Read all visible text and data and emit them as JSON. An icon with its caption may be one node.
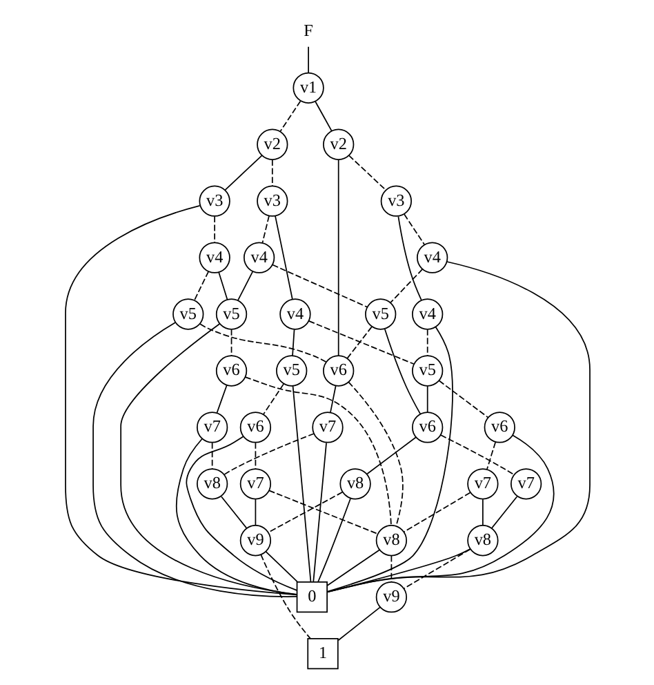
{
  "diagram": {
    "nodes": [
      {
        "text": [
          "F"
        ]
      },
      {
        "text": [
          "v1"
        ]
      },
      {
        "text": [
          "v2"
        ]
      },
      {
        "text": [
          "v2"
        ]
      },
      {
        "text": [
          "v3"
        ]
      },
      {
        "text": [
          "v3"
        ]
      },
      {
        "text": [
          "v3"
        ]
      },
      {
        "text": [
          "v4"
        ]
      },
      {
        "text": [
          "v4"
        ]
      },
      {
        "text": [
          "v4"
        ]
      },
      {
        "text": [
          "v4"
        ]
      },
      {
        "text": [
          "v4"
        ]
      },
      {
        "text": [
          "v5"
        ]
      },
      {
        "text": [
          "v5"
        ]
      },
      {
        "text": [
          "v5"
        ]
      },
      {
        "text": [
          "v5"
        ]
      },
      {
        "text": [
          "v5"
        ]
      },
      {
        "text": [
          "v6"
        ]
      },
      {
        "text": [
          "v6"
        ]
      },
      {
        "text": [
          "v6"
        ]
      },
      {
        "text": [
          "v6"
        ]
      },
      {
        "text": [
          "v6"
        ]
      },
      {
        "text": [
          "v7"
        ]
      },
      {
        "text": [
          "v7"
        ]
      },
      {
        "text": [
          "v7"
        ]
      },
      {
        "text": [
          "v7"
        ]
      },
      {
        "text": [
          "v7"
        ]
      },
      {
        "text": [
          "v8"
        ]
      },
      {
        "text": [
          "v8"
        ]
      },
      {
        "text": [
          "v8"
        ]
      },
      {
        "text": [
          "v8"
        ]
      },
      {
        "text": [
          "v9"
        ]
      },
      {
        "text": [
          "v9"
        ]
      },
      {
        "text": [
          "0"
        ]
      },
      {
        "text": [
          "1"
        ]
      }
    ],
    "edges": [
      {
        "from": 0,
        "to": 1,
        "arrow": "none"
      },
      {
        "from": 1,
        "to": 2,
        "arrow": "none",
        "style": "dashed"
      },
      {
        "from": 1,
        "to": 3,
        "arrow": "none"
      },
      {
        "from": 2,
        "to": 4,
        "arrow": "none",
        "style": "dashed"
      },
      {
        "from": 2,
        "to": 5,
        "arrow": "none"
      },
      {
        "from": 3,
        "to": 6,
        "arrow": "none",
        "style": "dashed"
      },
      {
        "from": 3,
        "to": 19,
        "arrow": "none"
      },
      {
        "from": 4,
        "to": 7,
        "arrow": "none",
        "style": "dashed"
      },
      {
        "from": 4,
        "to": 8,
        "arrow": "none"
      },
      {
        "from": 5,
        "to": 9,
        "arrow": "none",
        "style": "dashed"
      },
      {
        "from": 5,
        "to": 33,
        "arrow": "none"
      },
      {
        "from": 6,
        "to": 10,
        "arrow": "none",
        "style": "dashed"
      },
      {
        "from": 6,
        "to": 11,
        "arrow": "none"
      },
      {
        "from": 7,
        "to": 15,
        "arrow": "none",
        "style": "dashed"
      },
      {
        "from": 7,
        "to": 14,
        "arrow": "none"
      },
      {
        "from": 8,
        "to": 16,
        "arrow": "none",
        "style": "dashed"
      },
      {
        "from": 8,
        "to": 12,
        "arrow": "none"
      },
      {
        "from": 9,
        "to": 13,
        "arrow": "none",
        "style": "dashed"
      },
      {
        "from": 9,
        "to": 14,
        "arrow": "none"
      },
      {
        "from": 10,
        "to": 15,
        "arrow": "none",
        "style": "dashed"
      },
      {
        "from": 10,
        "to": 33,
        "arrow": "none"
      },
      {
        "from": 11,
        "to": 16,
        "arrow": "none",
        "style": "dashed"
      },
      {
        "from": 11,
        "to": 33,
        "arrow": "none"
      },
      {
        "from": 12,
        "to": 17,
        "arrow": "none",
        "style": "dashed"
      },
      {
        "from": 12,
        "to": 33,
        "arrow": "none"
      },
      {
        "from": 13,
        "to": 19,
        "arrow": "none",
        "style": "dashed"
      },
      {
        "from": 13,
        "to": 33,
        "arrow": "none"
      },
      {
        "from": 14,
        "to": 18,
        "arrow": "none",
        "style": "dashed"
      },
      {
        "from": 14,
        "to": 33,
        "arrow": "none"
      },
      {
        "from": 15,
        "to": 19,
        "arrow": "none",
        "style": "dashed"
      },
      {
        "from": 15,
        "to": 21,
        "arrow": "none"
      },
      {
        "from": 16,
        "to": 20,
        "arrow": "none",
        "style": "dashed"
      },
      {
        "from": 16,
        "to": 21,
        "arrow": "none"
      },
      {
        "from": 17,
        "to": 22,
        "arrow": "none",
        "style": "dashed"
      },
      {
        "from": 17,
        "to": 33,
        "arrow": "none"
      },
      {
        "from": 18,
        "to": 29,
        "arrow": "none",
        "style": "dashed"
      },
      {
        "from": 18,
        "to": 23,
        "arrow": "none"
      },
      {
        "from": 19,
        "to": 29,
        "arrow": "none",
        "style": "dashed"
      },
      {
        "from": 19,
        "to": 24,
        "arrow": "none"
      },
      {
        "from": 20,
        "to": 25,
        "arrow": "none",
        "style": "dashed"
      },
      {
        "from": 20,
        "to": 33,
        "arrow": "none"
      },
      {
        "from": 21,
        "to": 26,
        "arrow": "none",
        "style": "dashed"
      },
      {
        "from": 21,
        "to": 28,
        "arrow": "none"
      },
      {
        "from": 22,
        "to": 29,
        "arrow": "none",
        "style": "dashed"
      },
      {
        "from": 22,
        "to": 31,
        "arrow": "none"
      },
      {
        "from": 23,
        "to": 27,
        "arrow": "none",
        "style": "dashed"
      },
      {
        "from": 23,
        "to": 33,
        "arrow": "none"
      },
      {
        "from": 24,
        "to": 27,
        "arrow": "none",
        "style": "dashed"
      },
      {
        "from": 24,
        "to": 33,
        "arrow": "none"
      },
      {
        "from": 25,
        "to": 29,
        "arrow": "none",
        "style": "dashed"
      },
      {
        "from": 25,
        "to": 30,
        "arrow": "none"
      },
      {
        "from": 26,
        "to": 30,
        "arrow": "none"
      },
      {
        "from": 27,
        "to": 31,
        "arrow": "none"
      },
      {
        "from": 28,
        "to": 31,
        "arrow": "none",
        "style": "dashed"
      },
      {
        "from": 28,
        "to": 33,
        "arrow": "none"
      },
      {
        "from": 29,
        "to": 32,
        "arrow": "none",
        "style": "dashed"
      },
      {
        "from": 29,
        "to": 33,
        "arrow": "none"
      },
      {
        "from": 30,
        "to": 32,
        "arrow": "none",
        "style": "dashed"
      },
      {
        "from": 30,
        "to": 33,
        "arrow": "none"
      },
      {
        "from": 31,
        "to": 34,
        "arrow": "none",
        "style": "dashed"
      },
      {
        "from": 31,
        "to": 33,
        "arrow": "none"
      },
      {
        "from": 32,
        "to": 34,
        "arrow": "none"
      }
    ]
  }
}
